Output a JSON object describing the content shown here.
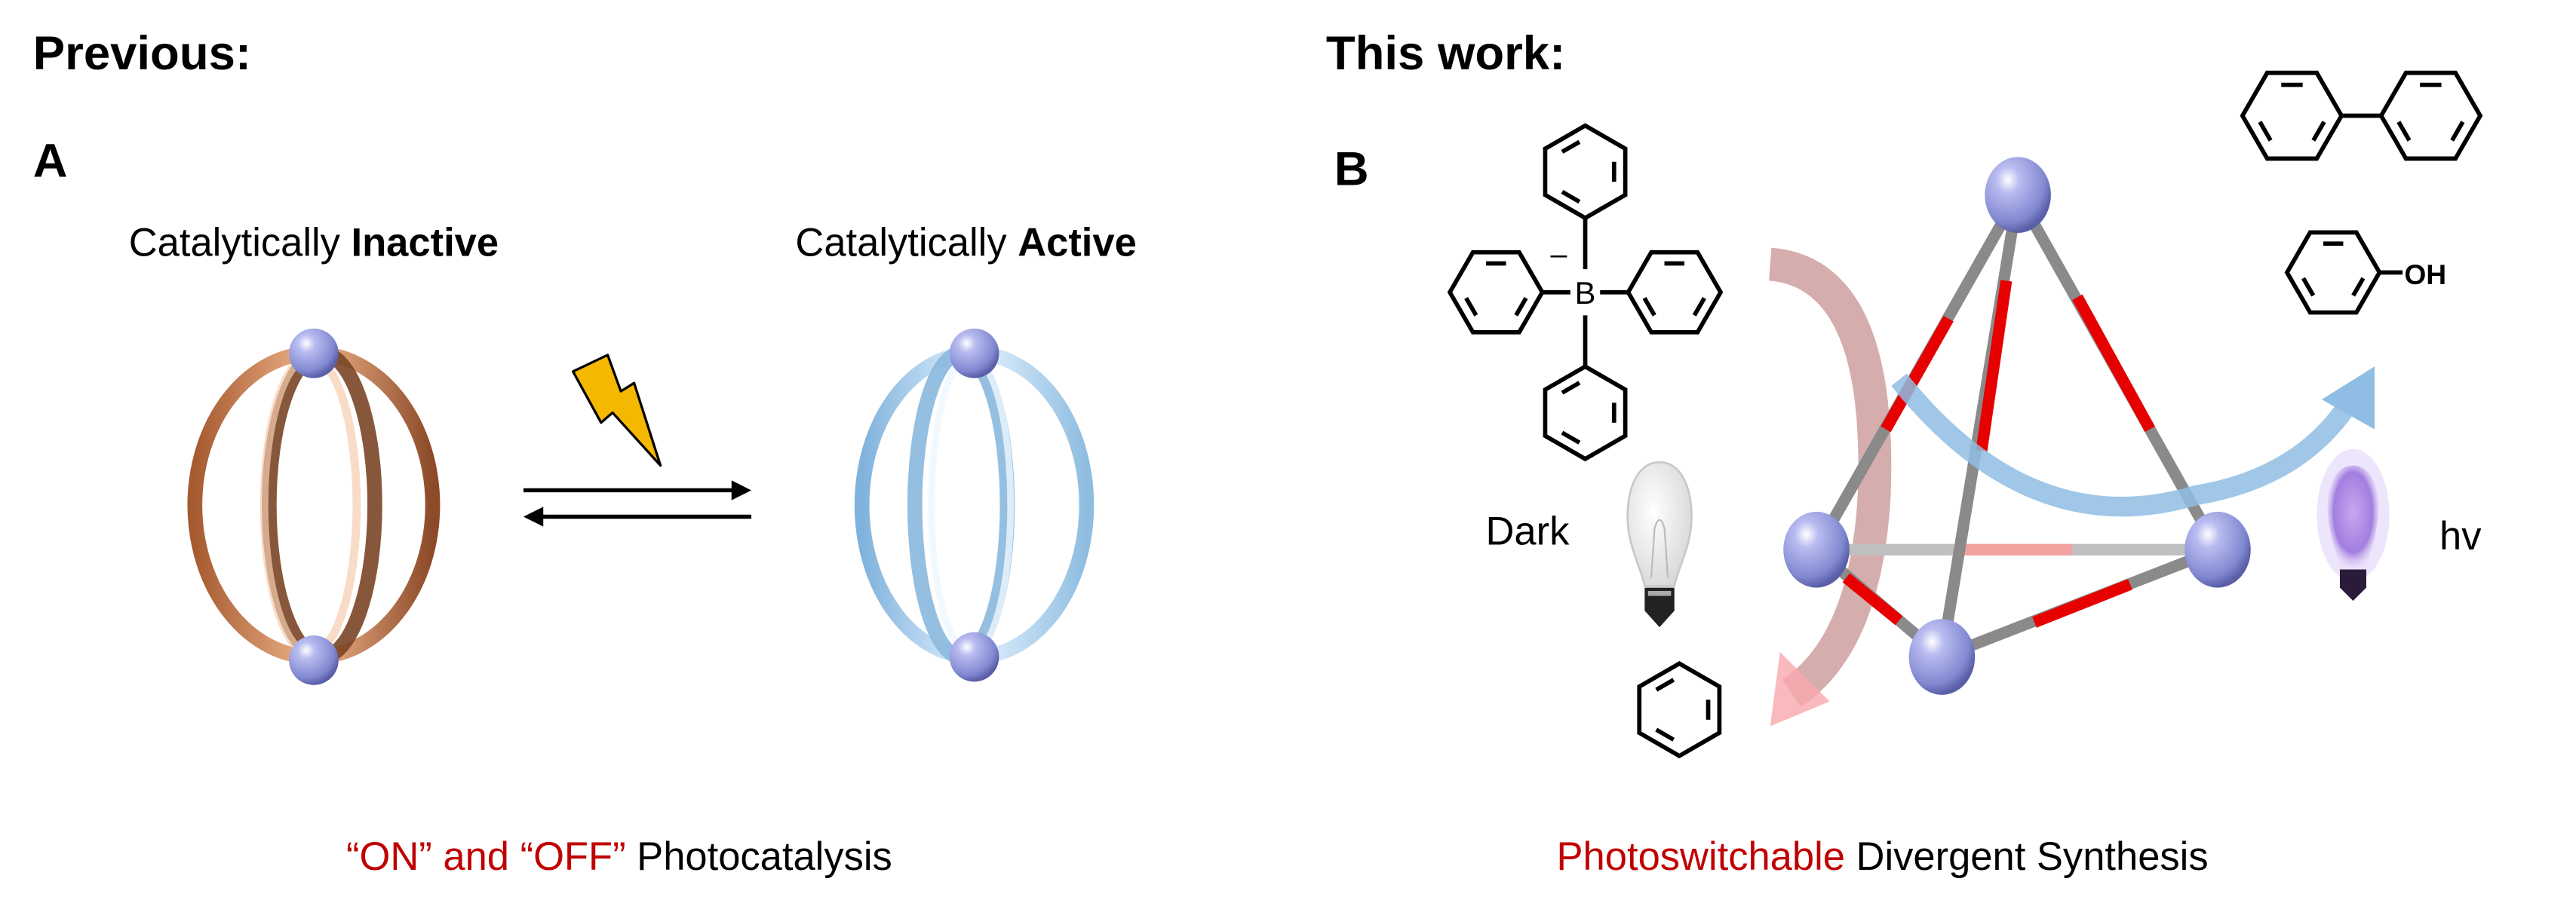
{
  "panel_a": {
    "heading": "Previous:",
    "label": "A",
    "inactive_prefix": "Catalytically ",
    "inactive_bold": "Inactive",
    "active_prefix": "Catalytically ",
    "active_bold": "Active",
    "caption_red": "“ON” and “OFF”",
    "caption_black": " Photocatalysis"
  },
  "panel_b": {
    "heading": "This work:",
    "label": "B",
    "boron_label": "B",
    "charge": "–",
    "oh_label": "OH",
    "dark_label": "Dark",
    "hv_label": "hv",
    "caption_red": "Photoswitchable",
    "caption_black": " Divergent Synthesis"
  },
  "colors": {
    "caption_red": "#c00000",
    "inactive_cage": "#c8804f",
    "active_cage": "#9cc8ea",
    "metal_node": "#9a9ee2",
    "linker_red": "#e60000",
    "linker_gray": "#8a8a8a",
    "lightning": "#f5b800"
  }
}
